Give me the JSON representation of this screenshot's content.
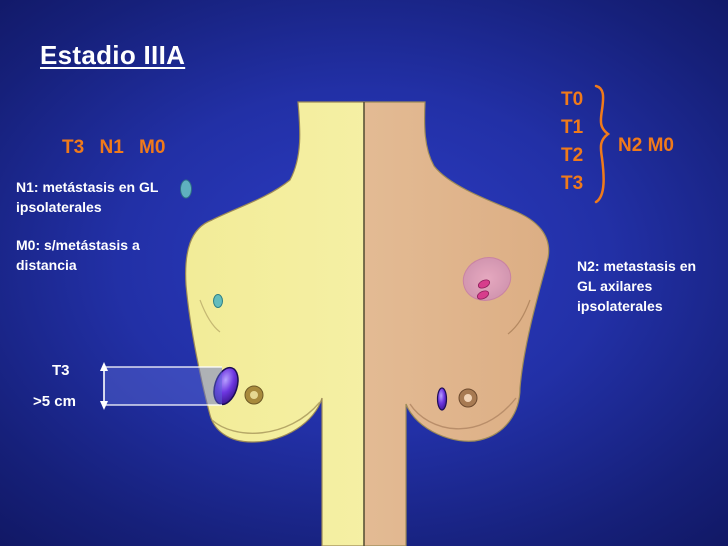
{
  "title": "Estadio IIIA",
  "left_stage": [
    "T3",
    "N1",
    "M0"
  ],
  "notes": {
    "n1": "N1: metástasis en GL ipsolaterales",
    "m0": "M0: s/metástasis a distancia",
    "n2": "N2: metastasis en GL axilares ipsolaterales"
  },
  "tumor_size": {
    "label": "T3",
    "value": ">5 cm"
  },
  "right_t_stages": [
    "T0",
    "T1",
    "T2",
    "T3"
  ],
  "right_n_stage": "N2 M0",
  "colors": {
    "accent_orange": "#f07a1a",
    "left_skin": "#f6f1a2",
    "right_skin": "#e9bf98",
    "tumor_purple": "#6b2bd6",
    "node_pink": "#d0509a",
    "node_teal": "#5bb6b8"
  }
}
